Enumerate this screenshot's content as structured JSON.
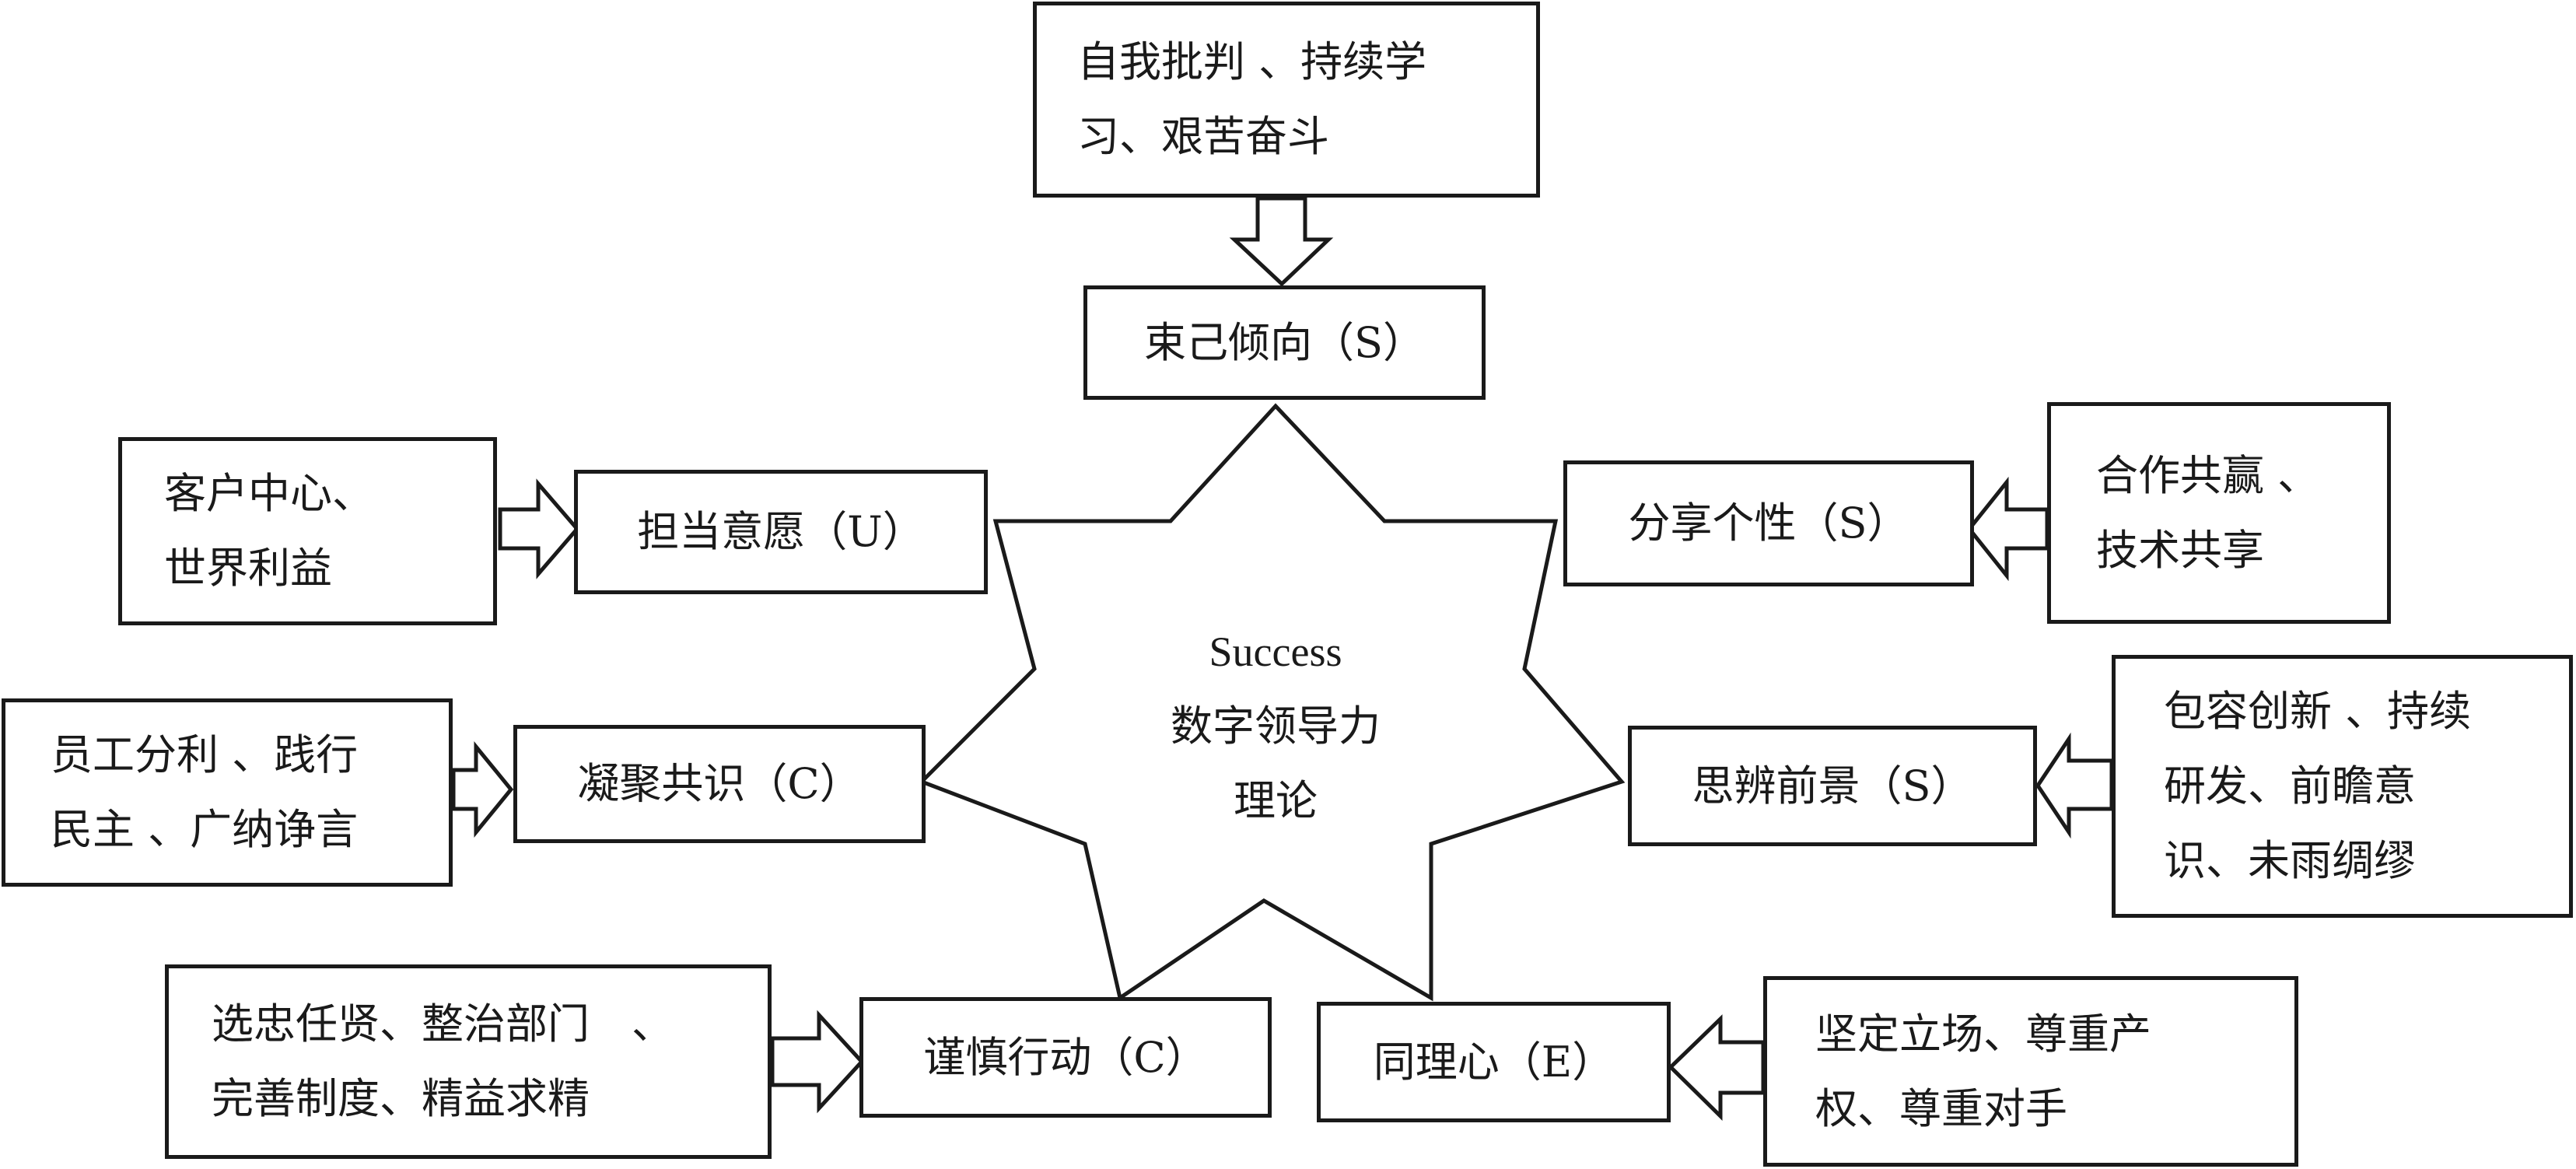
{
  "center": {
    "lines": [
      "Success",
      "数字领导力",
      "理论"
    ]
  },
  "top": {
    "source": [
      "自我批判 、持续学",
      "习、艰苦奋斗"
    ],
    "target": "束己倾向（S）"
  },
  "left1": {
    "source": [
      "客户中心、",
      "世界利益"
    ],
    "target": "担当意愿（U）"
  },
  "left2": {
    "source": [
      "员工分利 、践行",
      "民主 、广纳诤言"
    ],
    "target": "凝聚共识（C）"
  },
  "left3": {
    "source": [
      "选忠任贤、整治部门　、",
      "完善制度、精益求精"
    ],
    "target": "谨慎行动（C）"
  },
  "right1": {
    "source": [
      "合作共赢 、",
      "技术共享"
    ],
    "target": "分享个性（S）"
  },
  "right2": {
    "source": [
      "包容创新 、持续",
      "研发、前瞻意",
      "识、未雨绸缪"
    ],
    "target": "思辨前景（S）"
  },
  "right3": {
    "source": [
      "坚定立场、尊重产",
      "权、尊重对手"
    ],
    "target": "同理心（E）"
  },
  "colors": {
    "stroke": "#1a1a1a",
    "background": "#ffffff"
  }
}
